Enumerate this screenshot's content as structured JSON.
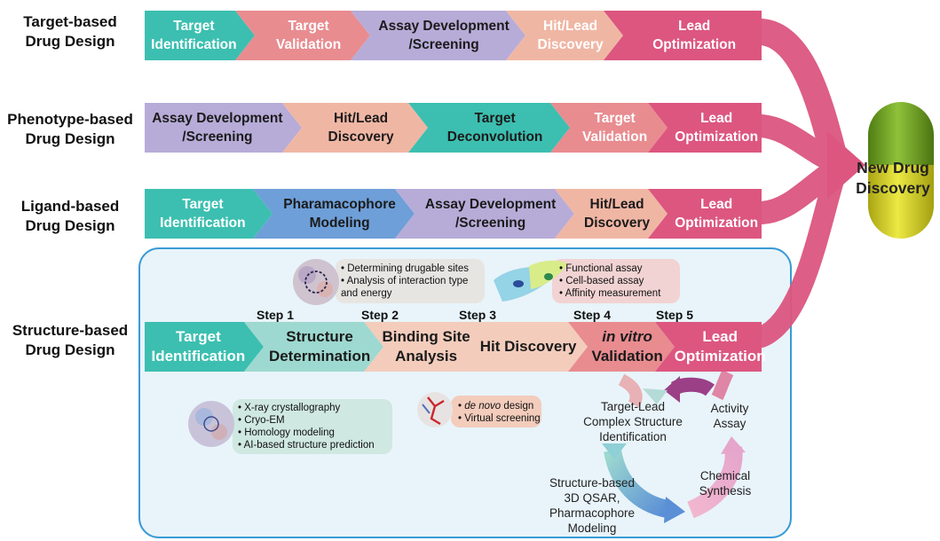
{
  "rows": [
    {
      "label": [
        "Target-based",
        "Drug Design"
      ],
      "steps": [
        [
          "Target",
          "Identification"
        ],
        [
          "Target",
          "Validation"
        ],
        [
          "Assay Development",
          "/Screening"
        ],
        [
          "Hit/Lead",
          "Discovery"
        ],
        [
          "Lead",
          "Optimization"
        ]
      ]
    },
    {
      "label": [
        "Phenotype-based",
        "Drug Design"
      ],
      "steps": [
        [
          "Assay Development",
          "/Screening"
        ],
        [
          "Hit/Lead",
          "Discovery"
        ],
        [
          "Target",
          "Deconvolution"
        ],
        [
          "Target",
          "Validation"
        ],
        [
          "Lead",
          "Optimization"
        ]
      ]
    },
    {
      "label": [
        "Ligand-based",
        "Drug Design"
      ],
      "steps": [
        [
          "Target",
          "Identification"
        ],
        [
          "Pharamacophore",
          "Modeling"
        ],
        [
          "Assay Development",
          "/Screening"
        ],
        [
          "Hit/Lead",
          "Discovery"
        ],
        [
          "Lead",
          "Optimization"
        ]
      ]
    },
    {
      "label": [
        "Structure-based",
        "Drug Design"
      ],
      "steps": [
        [
          "Target",
          "Identification"
        ],
        [
          "Structure",
          "Determination"
        ],
        [
          "Binding Site",
          "Analysis"
        ],
        [
          "Hit Discovery"
        ],
        [
          "in vitro",
          "Validation"
        ],
        [
          "Lead",
          "Optimization"
        ]
      ]
    }
  ],
  "step_labels": [
    "Step 1",
    "Step 2",
    "Step 3",
    "Step 4",
    "Step 5"
  ],
  "pill_label": [
    "New Drug",
    "Discovery"
  ],
  "notes": {
    "binding": [
      "• Determining drugable sites",
      "• Analysis of interaction type",
      "   and energy"
    ],
    "assay": [
      "• Functional assay",
      "• Cell-based assay",
      "• Affinity measurement"
    ],
    "structure": [
      "• X-ray crystallography",
      "• Cryo-EM",
      "• Homology modeling",
      "• AI-based structure prediction"
    ],
    "hit": [
      "• de novo design",
      "• Virtual screening"
    ]
  },
  "cycle": {
    "complex": [
      "Target-Lead",
      "Complex Structure",
      "Identification"
    ],
    "qsar": [
      "Structure-based",
      "3D QSAR,",
      "Pharmacophore",
      "Modeling"
    ],
    "synthesis": [
      "Chemical",
      "Synthesis"
    ],
    "activity": [
      "Activity",
      "Assay"
    ]
  },
  "colors": {
    "teal": "#3cbfb0",
    "salmon": "#e88c90",
    "lavender": "#b7acd8",
    "peach": "#f0b6a4",
    "pink": "#dc5680",
    "blue": "#6e9fd8",
    "light_teal": "#9dd9d0",
    "peach_light": "#f3ccbc",
    "box_bg": "#e8f4fa",
    "box_border": "#3a9bd5",
    "pill_top": "#77a82a",
    "pill_bottom": "#d3d12e"
  }
}
